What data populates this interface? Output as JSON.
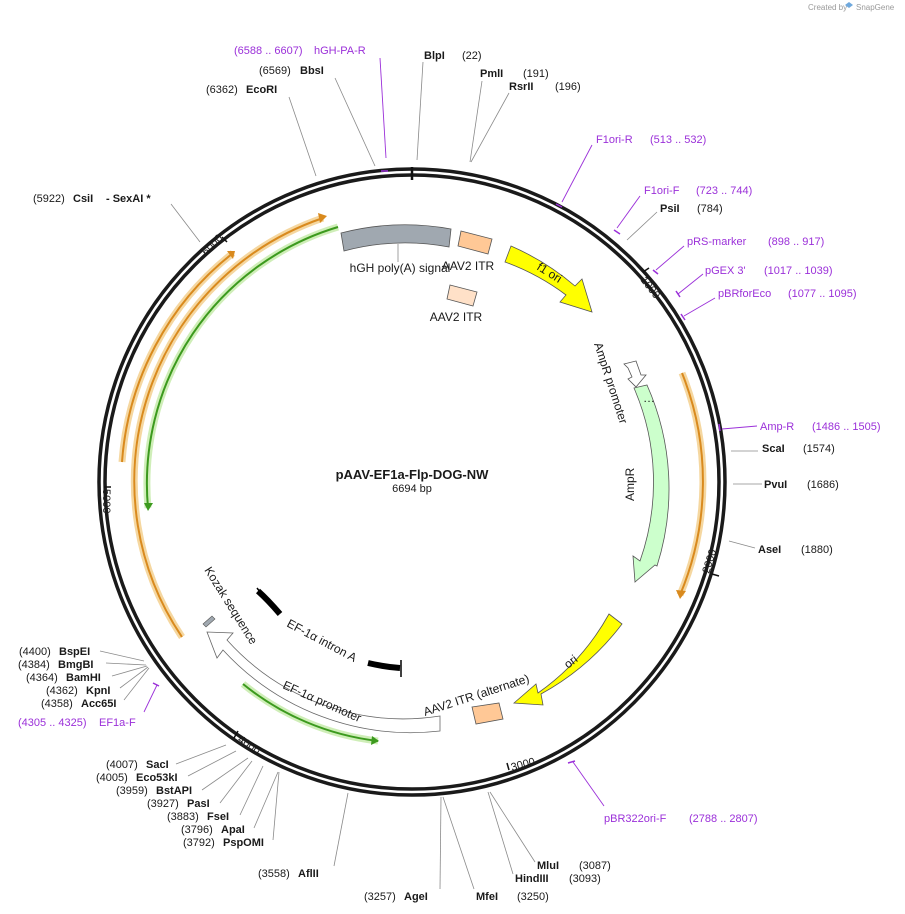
{
  "credit": {
    "prefix": "Created by",
    "brand": "SnapGene"
  },
  "plasmid": {
    "name": "pAAV-EF1a-Flp-DOG-NW",
    "size_label": "6694 bp"
  },
  "ticks": [
    "1000",
    "2000",
    "3000",
    "4000",
    "5000",
    "6000"
  ],
  "sites": [
    {
      "name": "BlpI",
      "pos": "(22)"
    },
    {
      "name": "PmlI",
      "pos": "(191)"
    },
    {
      "name": "RsrII",
      "pos": "(196)"
    },
    {
      "name": "PsiI",
      "pos": "(784)"
    },
    {
      "name": "ScaI",
      "pos": "(1574)"
    },
    {
      "name": "PvuI",
      "pos": "(1686)"
    },
    {
      "name": "AseI",
      "pos": "(1880)"
    },
    {
      "name": "MluI",
      "pos": "(3087)"
    },
    {
      "name": "HindIII",
      "pos": "(3093)"
    },
    {
      "name": "MfeI",
      "pos": "(3250)"
    },
    {
      "name": "AgeI",
      "pos": "(3257)"
    },
    {
      "name": "AflII",
      "pos": "(3558)"
    },
    {
      "name": "PspOMI",
      "pos": "(3792)"
    },
    {
      "name": "ApaI",
      "pos": "(3796)"
    },
    {
      "name": "FseI",
      "pos": "(3883)"
    },
    {
      "name": "PasI",
      "pos": "(3927)"
    },
    {
      "name": "BstAPI",
      "pos": "(3959)"
    },
    {
      "name": "Eco53kI",
      "pos": "(4005)"
    },
    {
      "name": "SacI",
      "pos": "(4007)"
    },
    {
      "name": "Acc65I",
      "pos": "(4358)"
    },
    {
      "name": "KpnI",
      "pos": "(4362)"
    },
    {
      "name": "BamHI",
      "pos": "(4364)"
    },
    {
      "name": "BmgBI",
      "pos": "(4384)"
    },
    {
      "name": "BspEI",
      "pos": "(4400)"
    },
    {
      "name": "CsiI",
      "pos": "(5922)",
      "extra": "- SexAI *"
    },
    {
      "name": "EcoRI",
      "pos": "(6362)"
    },
    {
      "name": "BbsI",
      "pos": "(6569)"
    }
  ],
  "primers": [
    {
      "name": "hGH-PA-R",
      "range": "(6588 .. 6607)"
    },
    {
      "name": "F1ori-R",
      "range": "(513 .. 532)"
    },
    {
      "name": "F1ori-F",
      "range": "(723 .. 744)"
    },
    {
      "name": "pRS-marker",
      "range": "(898 .. 917)"
    },
    {
      "name": "pGEX 3'",
      "range": "(1017 .. 1039)"
    },
    {
      "name": "pBRforEco",
      "range": "(1077 .. 1095)"
    },
    {
      "name": "Amp-R",
      "range": "(1486 .. 1505)"
    },
    {
      "name": "pBR322ori-F",
      "range": "(2788 .. 2807)"
    },
    {
      "name": "EF1a-F",
      "range": "(4305 .. 4325)"
    }
  ],
  "features": {
    "hgh_polya": "hGH poly(A) signal",
    "aav2_itr_top": "AAV2 ITR",
    "aav2_itr_mid": "AAV2 ITR",
    "f1_ori": "f1 ori",
    "ampr_promoter": "AmpR promoter",
    "ampr": "AmpR",
    "ori": "ori",
    "aav2_itr_alt": "AAV2 ITR (alternate)",
    "ef1a_intron": "EF-1α intron A",
    "kozak": "Kozak sequence",
    "ef1a_promoter": "EF-1α promoter"
  },
  "colors": {
    "primer": "#9b30d9",
    "f1_ori": "#ffff00",
    "ori": "#ffff00",
    "ampr": "#ccffcc",
    "itr": "#ffc896",
    "polya": "#a0a8b0",
    "orf_orange": "#d98a1e",
    "orf_green": "#3c9a1e"
  }
}
